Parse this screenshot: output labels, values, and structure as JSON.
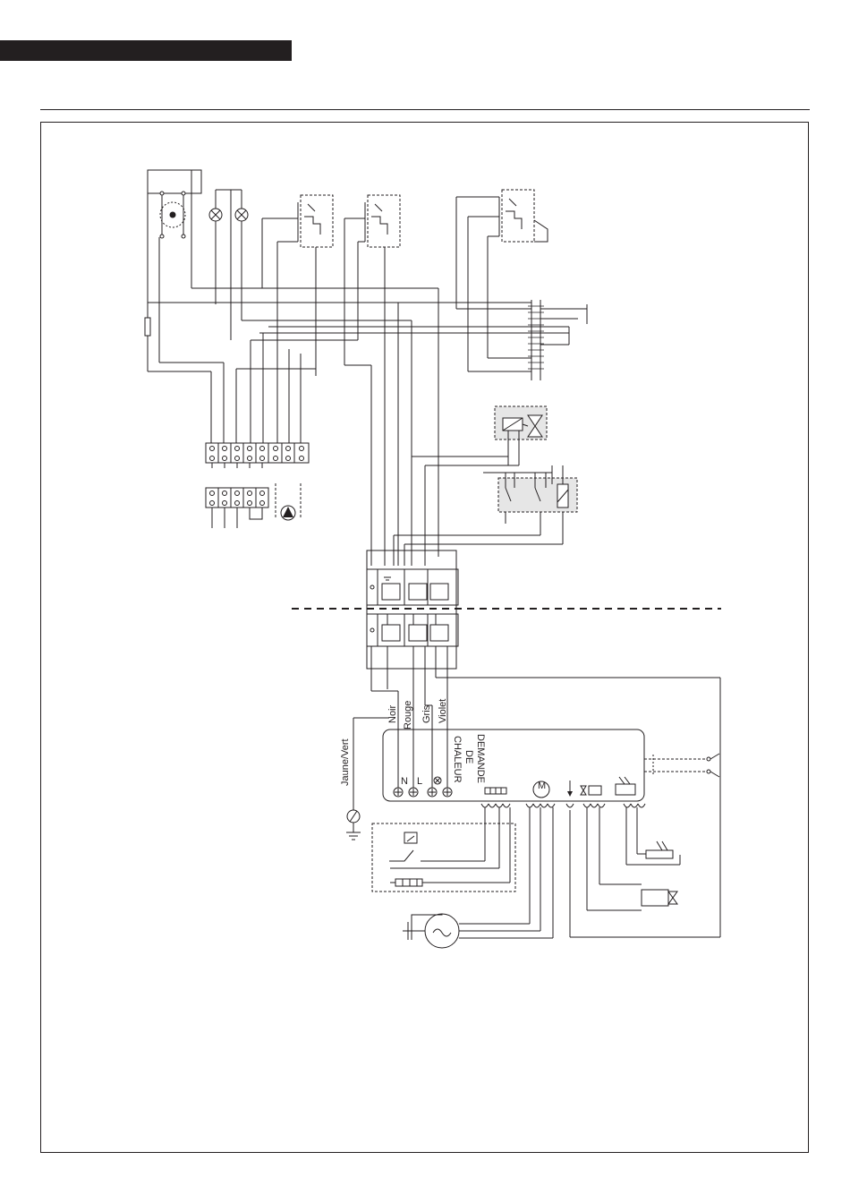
{
  "diagram": {
    "wire_colors": {
      "noir": "Noir",
      "rouge": "Rouge",
      "gris": "Gris",
      "violet": "Violet",
      "jaune_vert": "Jaune/Vert"
    },
    "heat_demand_label": [
      "DEMANDE",
      "DE",
      "CHALEUR"
    ],
    "terminal_marks": {
      "neutral": "N",
      "live": "L",
      "motor": "M"
    },
    "colors": {
      "ink": "#231f20",
      "shaded_box": "#e6e6e6"
    }
  }
}
